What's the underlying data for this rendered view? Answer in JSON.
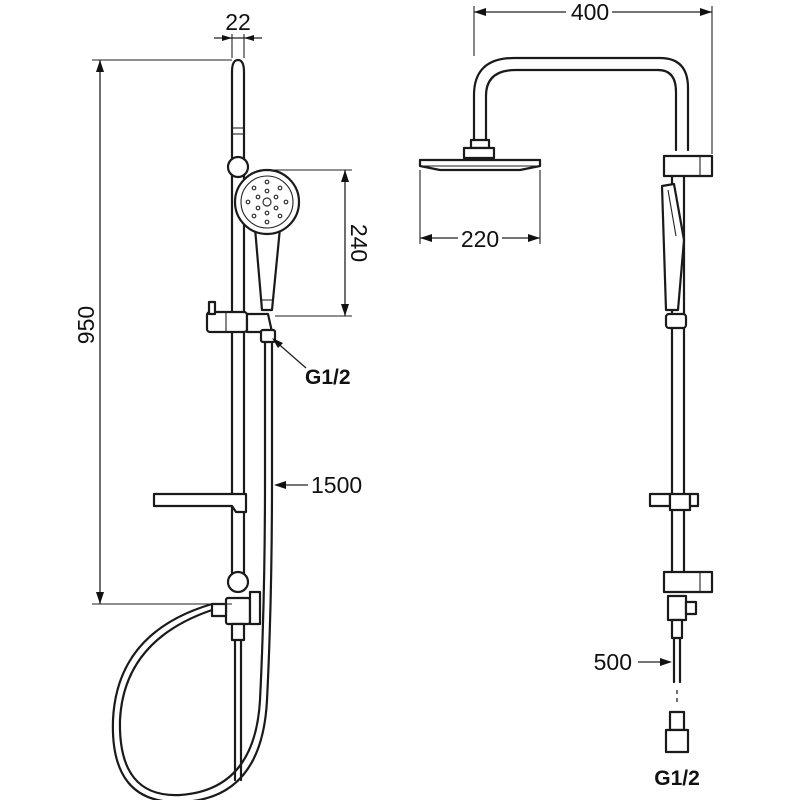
{
  "labels": {
    "left_bar_width": "22",
    "left_height": "950",
    "handshower_height": "240",
    "left_connection": "G1/2",
    "hose_length": "1500",
    "arm_width": "400",
    "head_width": "220",
    "pipe_length": "500",
    "right_connection": "G1/2"
  }
}
